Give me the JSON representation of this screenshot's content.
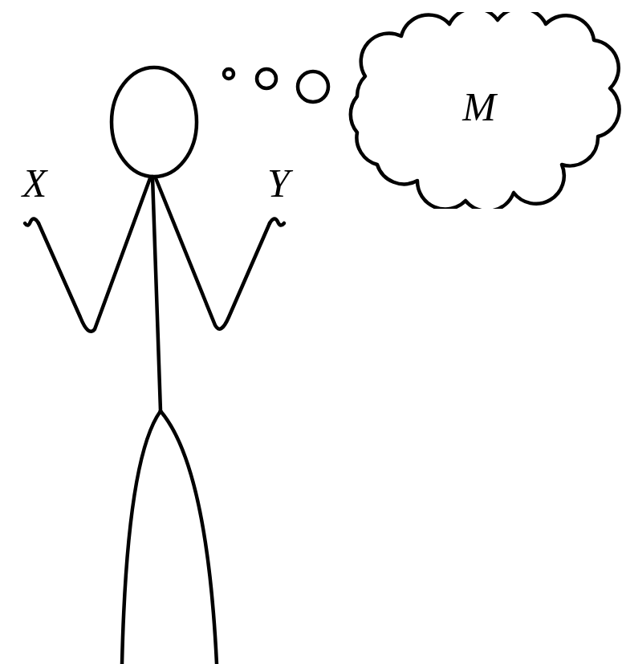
{
  "diagram": {
    "nodes": [
      {
        "text": [
          "M"
        ]
      }
    ],
    "labels": [
      "X",
      "Y"
    ]
  }
}
